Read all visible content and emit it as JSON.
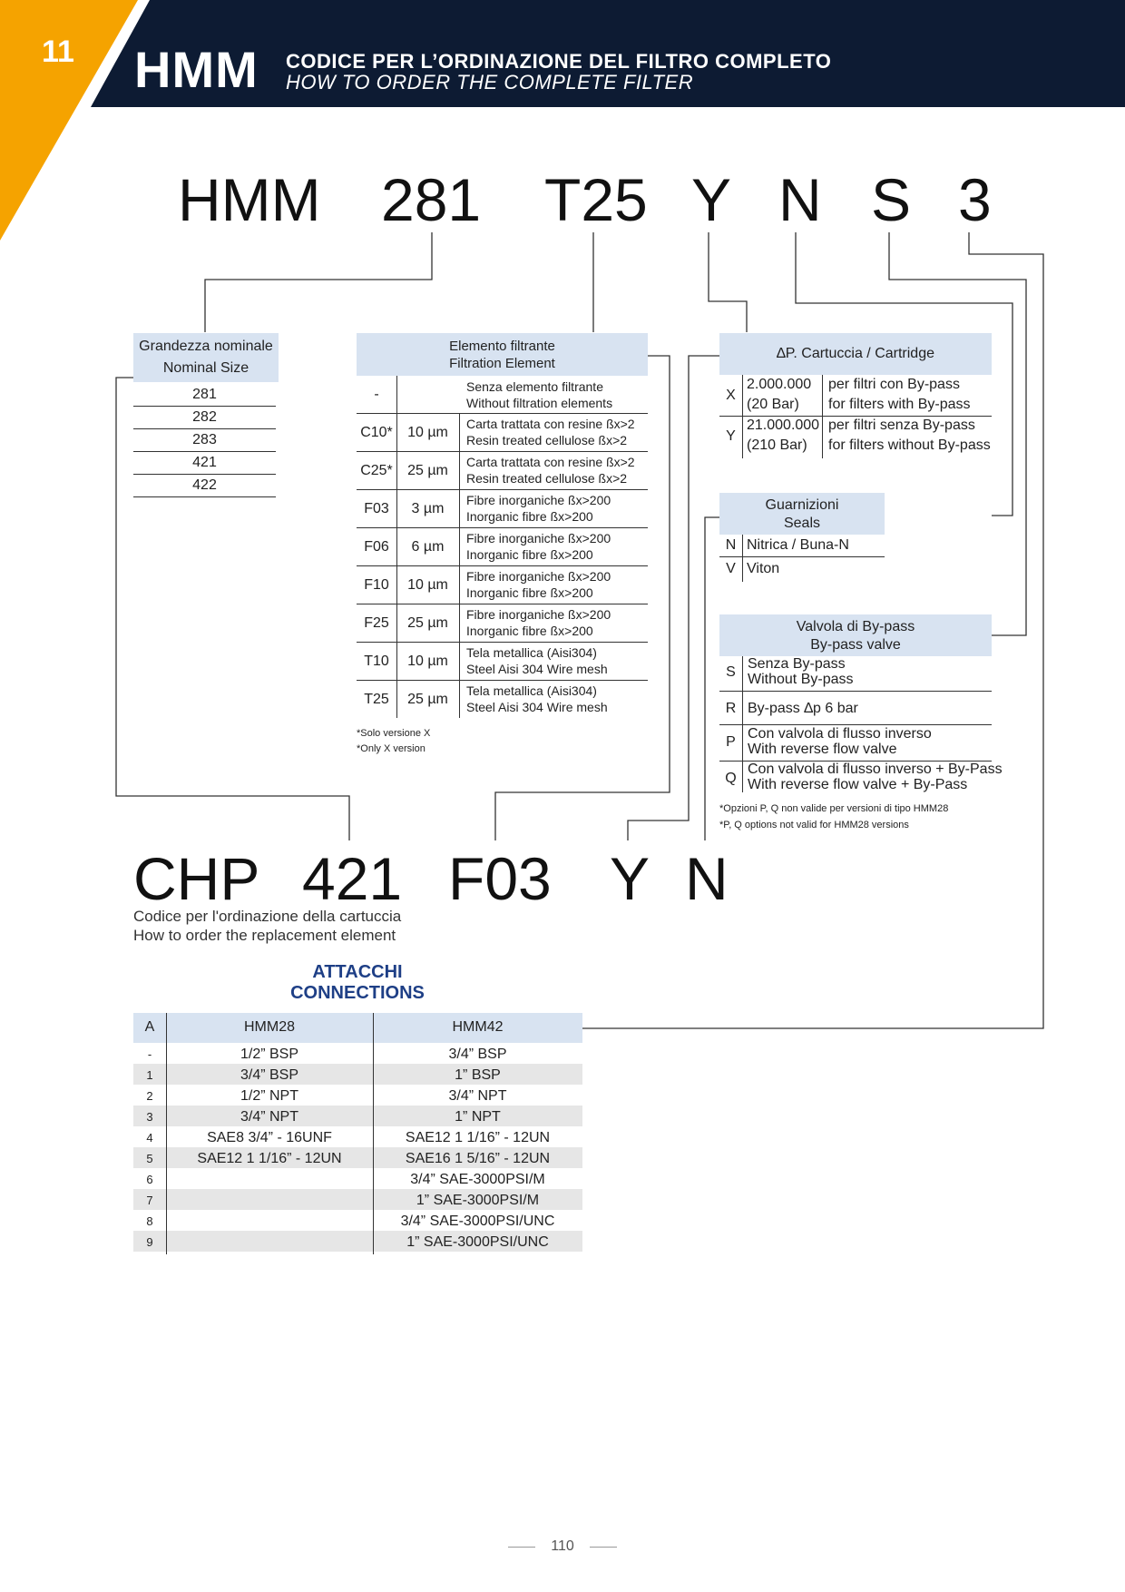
{
  "header": {
    "page_number": "11",
    "series": "HMM",
    "title_it": "CODICE PER L’ORDINAZIONE DEL FILTRO COMPLETO",
    "title_en": "HOW TO ORDER THE COMPLETE FILTER",
    "colors": {
      "accent": "#f5a300",
      "band": "#0d1b33"
    }
  },
  "order_code": [
    "HMM",
    "281",
    "T25",
    "Y",
    "N",
    "S",
    "3"
  ],
  "nominal_size": {
    "title_it": "Grandezza nominale",
    "title_en": "Nominal Size",
    "values": [
      "281",
      "282",
      "283",
      "421",
      "422"
    ]
  },
  "filtration_element": {
    "title_it": "Elemento filtrante",
    "title_en": "Filtration Element",
    "rows": [
      {
        "code": "-",
        "rating": "",
        "it": "Senza elemento filtrante",
        "en": "Without filtration elements"
      },
      {
        "code": "C10*",
        "rating": "10 µm",
        "it": "Carta trattata con resine ßx>2",
        "en": "Resin treated cellulose ßx>2"
      },
      {
        "code": "C25*",
        "rating": "25 µm",
        "it": "Carta trattata con resine ßx>2",
        "en": "Resin treated cellulose ßx>2"
      },
      {
        "code": "F03",
        "rating": "3 µm",
        "it": "Fibre inorganiche ßx>200",
        "en": "Inorganic fibre ßx>200"
      },
      {
        "code": "F06",
        "rating": "6 µm",
        "it": "Fibre inorganiche ßx>200",
        "en": "Inorganic fibre ßx>200"
      },
      {
        "code": "F10",
        "rating": "10 µm",
        "it": "Fibre inorganiche ßx>200",
        "en": "Inorganic fibre ßx>200"
      },
      {
        "code": "F25",
        "rating": "25 µm",
        "it": "Fibre inorganiche ßx>200",
        "en": "Inorganic fibre ßx>200"
      },
      {
        "code": "T10",
        "rating": "10 µm",
        "it": "Tela metallica (Aisi304)",
        "en": "Steel Aisi 304 Wire mesh"
      },
      {
        "code": "T25",
        "rating": "25 µm",
        "it": "Tela metallica (Aisi304)",
        "en": "Steel Aisi 304 Wire mesh"
      }
    ],
    "note_it": "*Solo versione X",
    "note_en": "*Only X version"
  },
  "cartridge": {
    "title": "∆P. Cartuccia / Cartridge",
    "rows": [
      {
        "code": "X",
        "value_1": "2.000.000",
        "value_2": "(20 Bar)",
        "desc_it": "per filtri con By-pass",
        "desc_en": "for filters with By-pass"
      },
      {
        "code": "Y",
        "value_1": "21.000.000",
        "value_2": "(210 Bar)",
        "desc_it": "per filtri senza By-pass",
        "desc_en": "for filters without By-pass"
      }
    ]
  },
  "seals": {
    "title_it": "Guarnizioni",
    "title_en": "Seals",
    "rows": [
      {
        "code": "N",
        "label": "Nitrica / Buna-N"
      },
      {
        "code": "V",
        "label": "Viton"
      }
    ]
  },
  "bypass": {
    "title_it": "Valvola di By-pass",
    "title_en": "By-pass valve",
    "rows": [
      {
        "code": "S",
        "it": "Senza By-pass",
        "en": "Without By-pass"
      },
      {
        "code": "R",
        "it": "By-pass ∆p 6 bar",
        "en": ""
      },
      {
        "code": "P",
        "it": "Con valvola di flusso inverso",
        "en": "With reverse flow valve"
      },
      {
        "code": "Q",
        "it": "Con valvola di flusso inverso + By-Pass",
        "en": "With reverse flow valve + By-Pass"
      }
    ],
    "note_it": "*Opzioni P, Q non valide per versioni di tipo HMM28",
    "note_en": "*P, Q options not valid for HMM28 versions"
  },
  "replacement_code": {
    "parts": [
      "CHP",
      "421",
      "F03",
      "Y",
      "N"
    ],
    "caption_it": "Codice per l'ordinazione della cartuccia",
    "caption_en": "How to order the replacement element"
  },
  "connections": {
    "title_it": "ATTACCHI",
    "title_en": "CONNECTIONS",
    "headers": [
      "A",
      "HMM28",
      "HMM42"
    ],
    "rows": [
      [
        "-",
        "1/2” BSP",
        "3/4” BSP"
      ],
      [
        "1",
        "3/4” BSP",
        "1” BSP"
      ],
      [
        "2",
        "1/2” NPT",
        "3/4” NPT"
      ],
      [
        "3",
        "3/4” NPT",
        "1” NPT"
      ],
      [
        "4",
        "SAE8 3/4” - 16UNF",
        "SAE12 1 1/16” - 12UN"
      ],
      [
        "5",
        "SAE12 1 1/16” - 12UN",
        "SAE16 1 5/16” - 12UN"
      ],
      [
        "6",
        "",
        "3/4” SAE-3000PSI/M"
      ],
      [
        "7",
        "",
        "1” SAE-3000PSI/M"
      ],
      [
        "8",
        "",
        "3/4” SAE-3000PSI/UNC"
      ],
      [
        "9",
        "",
        "1” SAE-3000PSI/UNC"
      ]
    ]
  },
  "footer": {
    "page": "110"
  }
}
